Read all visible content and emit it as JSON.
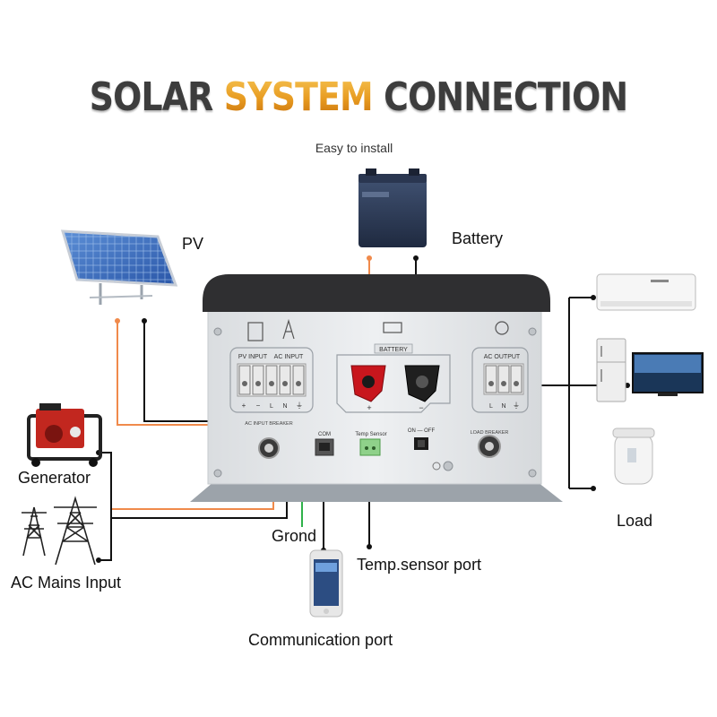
{
  "title": {
    "word1": "SOLAR",
    "word2": "SYSTEM",
    "word3": "CONNECTION"
  },
  "subtitle": "Easy to install",
  "labels": {
    "pv": "PV",
    "battery": "Battery",
    "generator": "Generator",
    "ac_mains": "AC Mains Input",
    "ground": "Grond",
    "temp_sensor": "Temp.sensor port",
    "communication": "Communication port",
    "load": "Load"
  },
  "panel": {
    "pv_input": "PV INPUT",
    "ac_input": "AC INPUT",
    "battery": "BATTERY",
    "ac_output": "AC OUTPUT",
    "ac_input_breaker": "AC INPUT BREAKER",
    "load_breaker": "LOAD BREAKER",
    "com": "COM",
    "temp_sensor": "Temp Sensor",
    "switch": "ON — OFF",
    "term_plus": "+",
    "term_minus": "−",
    "term_l": "L",
    "term_n": "N",
    "term_gnd": "⏚",
    "out_l": "L",
    "out_n": "N",
    "out_gnd": "⏚",
    "batt_plus": "+",
    "batt_minus": "−"
  },
  "colors": {
    "positive_wire": "#f08a4b",
    "negative_wire": "#111111",
    "ground_wire": "#2fb14a",
    "title_dark": "#3d3d3d",
    "title_accent": "#e79a1f"
  }
}
